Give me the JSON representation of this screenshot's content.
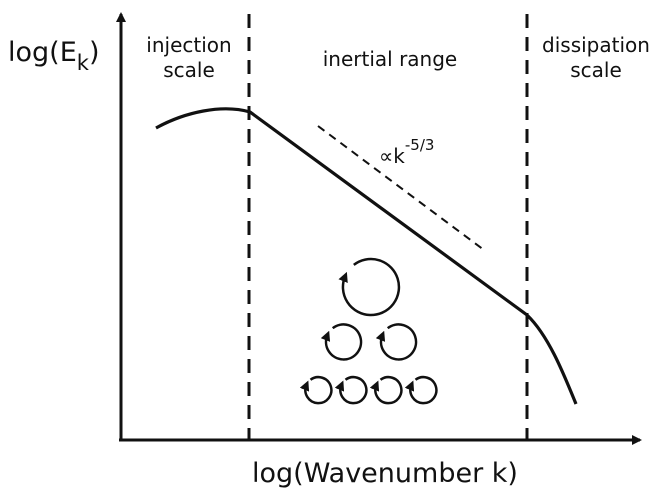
{
  "axes": {
    "y_label": {
      "main": "log(E",
      "sub": "k",
      "close": ")"
    },
    "x_label": "log(Wavenumber k)"
  },
  "regions": {
    "injection": {
      "line1": "injection",
      "line2": "scale"
    },
    "inertial": {
      "label": "inertial range"
    },
    "dissipation": {
      "line1": "dissipation",
      "line2": "scale"
    }
  },
  "slope_annotation": {
    "prefix": "∝k",
    "exponent": "-5/3"
  },
  "eddy_rows": [
    1,
    2,
    4
  ],
  "colors": {
    "ink": "#111111",
    "background": "#ffffff"
  }
}
